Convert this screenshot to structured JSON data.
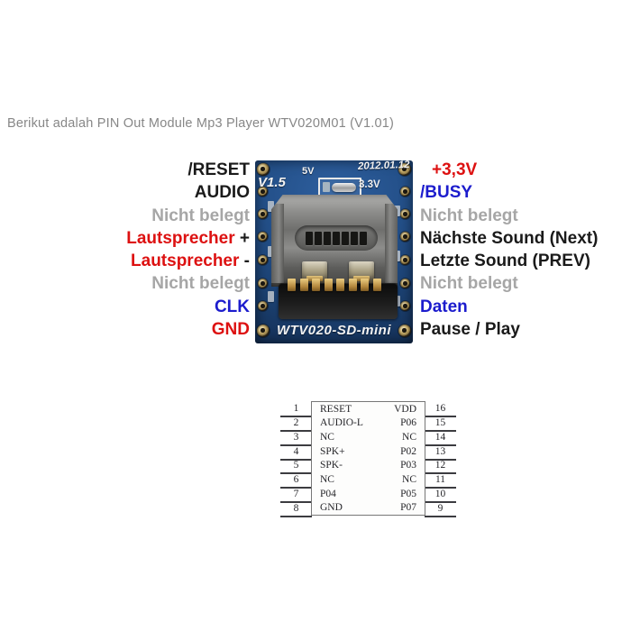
{
  "title": "Berikut adalah PIN Out Module Mp3 Player WTV020M01 (V1.01)",
  "colors": {
    "label_black": "#1a1a1a",
    "label_gray": "#a6a6a6",
    "label_red": "#dd1111",
    "label_blue": "#1c1ccd",
    "board_blue": "#234f88",
    "title_gray": "#878787"
  },
  "module": {
    "left_labels": [
      {
        "text": "/RESET",
        "suffix": "",
        "color": "#1a1a1a",
        "suffix_color": "#1a1a1a"
      },
      {
        "text": "AUDIO",
        "suffix": "",
        "color": "#1a1a1a",
        "suffix_color": "#1a1a1a"
      },
      {
        "text": "Nicht belegt",
        "suffix": "",
        "color": "#a6a6a6",
        "suffix_color": "#a6a6a6"
      },
      {
        "text": "Lautsprecher",
        "suffix": " +",
        "color": "#dd1111",
        "suffix_color": "#1a1a1a"
      },
      {
        "text": "Lautsprecher",
        "suffix": " -",
        "color": "#dd1111",
        "suffix_color": "#1a1a1a"
      },
      {
        "text": "Nicht belegt",
        "suffix": "",
        "color": "#a6a6a6",
        "suffix_color": "#a6a6a6"
      },
      {
        "text": "CLK",
        "suffix": "",
        "color": "#1c1ccd",
        "suffix_color": "#1c1ccd"
      },
      {
        "text": "GND",
        "suffix": "",
        "color": "#dd1111",
        "suffix_color": "#dd1111"
      }
    ],
    "right_labels": [
      {
        "text": "+3,3V",
        "color": "#dd1111"
      },
      {
        "text": "/BUSY",
        "color": "#1c1ccd"
      },
      {
        "text": "Nicht belegt",
        "color": "#a6a6a6"
      },
      {
        "text": "Nächste Sound (Next)",
        "color": "#1a1a1a"
      },
      {
        "text": "Letzte Sound (PREV)",
        "color": "#1a1a1a"
      },
      {
        "text": "Nicht belegt",
        "color": "#a6a6a6"
      },
      {
        "text": "Daten",
        "color": "#1c1ccd"
      },
      {
        "text": "Pause / Play",
        "color": "#1a1a1a"
      }
    ],
    "pcb": {
      "version_label": "V1.5",
      "voltage_5v": "5V",
      "voltage_33v": "3.3V",
      "date_code": "2012.01.12",
      "board_name": "WTV020-SD-mini"
    }
  },
  "ic_diagram": {
    "left_pins": [
      {
        "num": "1",
        "label": "RESET"
      },
      {
        "num": "2",
        "label": "AUDIO-L"
      },
      {
        "num": "3",
        "label": "NC"
      },
      {
        "num": "4",
        "label": "SPK+"
      },
      {
        "num": "5",
        "label": "SPK-"
      },
      {
        "num": "6",
        "label": "NC"
      },
      {
        "num": "7",
        "label": "P04"
      },
      {
        "num": "8",
        "label": "GND"
      }
    ],
    "right_pins": [
      {
        "num": "16",
        "label": "VDD"
      },
      {
        "num": "15",
        "label": "P06"
      },
      {
        "num": "14",
        "label": "NC"
      },
      {
        "num": "13",
        "label": "P02"
      },
      {
        "num": "12",
        "label": "P03"
      },
      {
        "num": "11",
        "label": "NC"
      },
      {
        "num": "10",
        "label": "P05"
      },
      {
        "num": "9",
        "label": "P07"
      }
    ]
  }
}
